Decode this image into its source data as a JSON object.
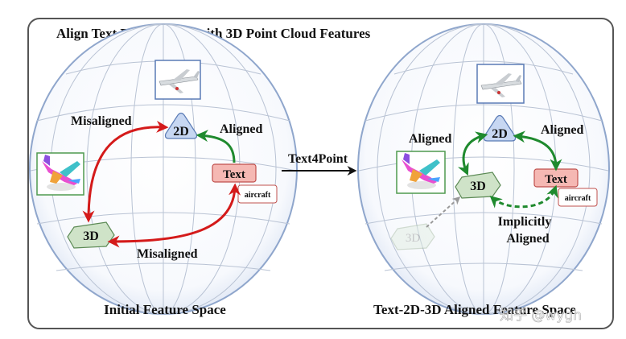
{
  "title": "Align Text Embeddings with 3D Point Cloud Features",
  "left_panel": {
    "caption": "Initial Feature Space",
    "node_2d": "2D",
    "node_3d": "3D",
    "node_text": "Text",
    "text_tag": "aircraft",
    "label_misaligned_top": "Misaligned",
    "label_misaligned_bottom": "Misaligned",
    "label_aligned": "Aligned"
  },
  "transition_label": "Text4Point",
  "right_panel": {
    "caption": "Text-2D-3D Aligned Feature Space",
    "node_2d": "2D",
    "node_3d": "3D",
    "node_3d_faded": "3D",
    "node_text": "Text",
    "text_tag": "aircraft",
    "label_aligned_left": "Aligned",
    "label_aligned_right": "Aligned",
    "label_implicit_line1": "Implicitly",
    "label_implicit_line2": "Aligned"
  },
  "watermark": "知乎 @wygh",
  "colors": {
    "frame": "#555555",
    "sphere_edge": "#8fa6cc",
    "sphere_grid": "#b9c3d4",
    "misaligned_arrow": "#d41a1a",
    "aligned_arrow": "#1f8a2e",
    "node_2d_fill": "#c7d7f2",
    "node_3d_fill": "#cfe3c8",
    "node_text_fill": "#f5b8b3"
  }
}
